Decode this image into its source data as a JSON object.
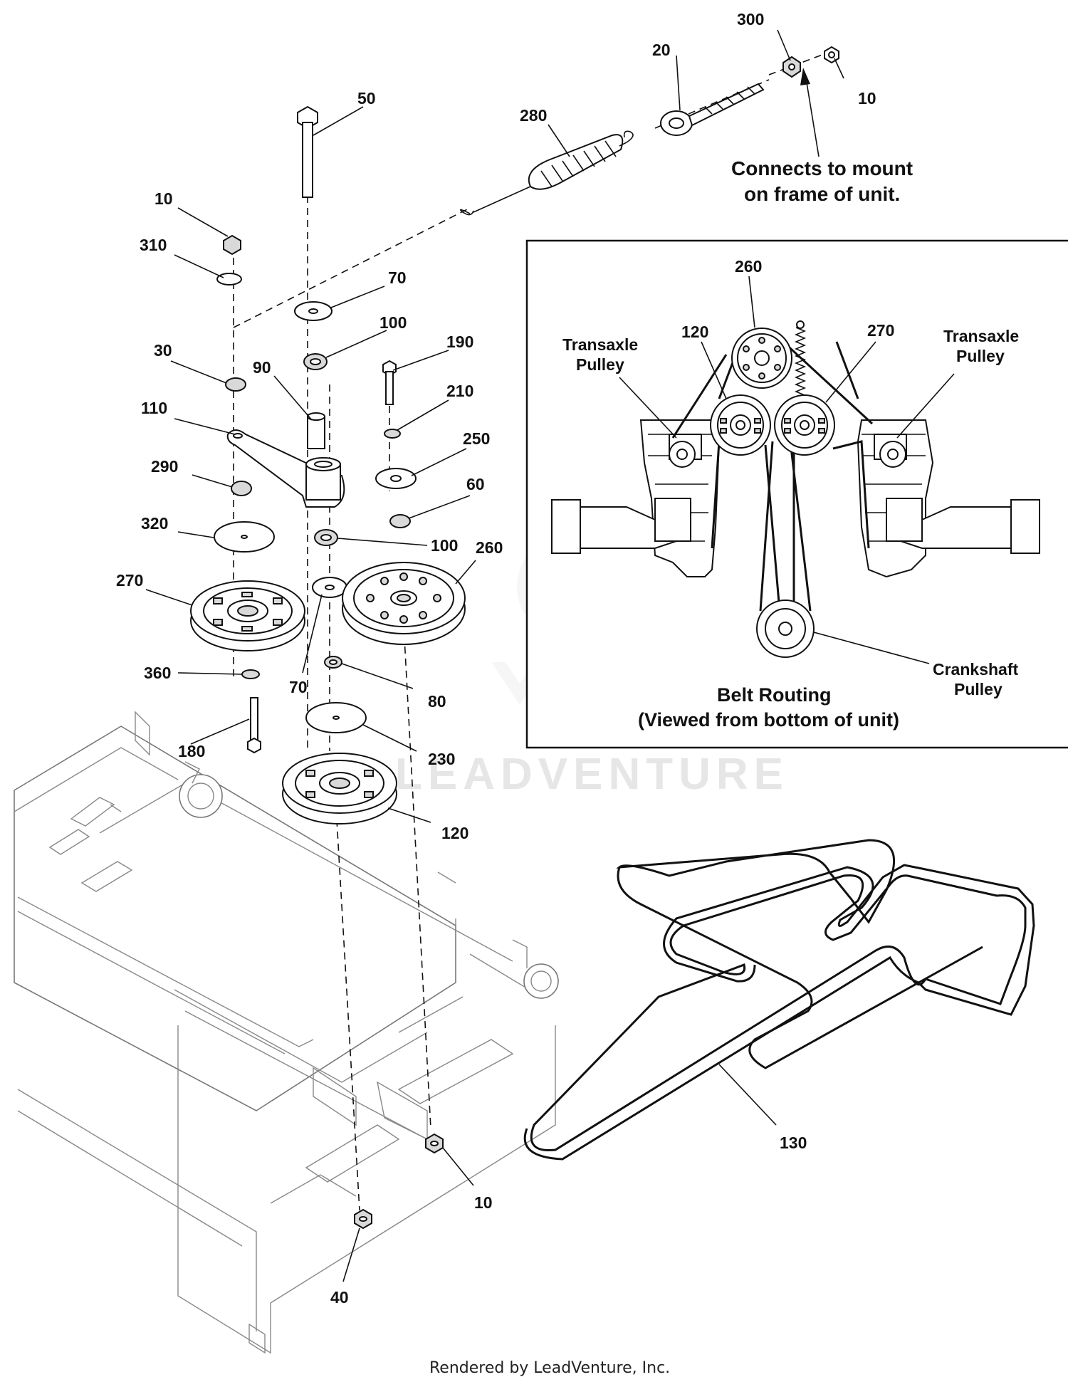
{
  "parts": {
    "p300": "300",
    "p20": "20",
    "p10a": "10",
    "p50": "50",
    "p280": "280",
    "p10b": "10",
    "p310": "310",
    "p70a": "70",
    "p100a": "100",
    "p190": "190",
    "p30": "30",
    "p90": "90",
    "p210": "210",
    "p110": "110",
    "p250": "250",
    "p290": "290",
    "p60": "60",
    "p320": "320",
    "p100b": "100",
    "p260": "260",
    "p270": "270",
    "p360": "360",
    "p70b": "70",
    "p80": "80",
    "p180": "180",
    "p230": "230",
    "p120": "120",
    "p130": "130",
    "p10c": "10",
    "p40": "40"
  },
  "callout": {
    "line1": "Connects to mount",
    "line2": "on frame of unit."
  },
  "inset": {
    "p260": "260",
    "p120": "120",
    "p270": "270",
    "transaxle_left_1": "Transaxle",
    "transaxle_left_2": "Pulley",
    "transaxle_right_1": "Transaxle",
    "transaxle_right_2": "Pulley",
    "crankshaft_1": "Crankshaft",
    "crankshaft_2": "Pulley",
    "title_1": "Belt Routing",
    "title_2": "(Viewed from bottom of unit)"
  },
  "watermark": "LEADVENTURE",
  "footer": "Rendered by LeadVenture, Inc."
}
